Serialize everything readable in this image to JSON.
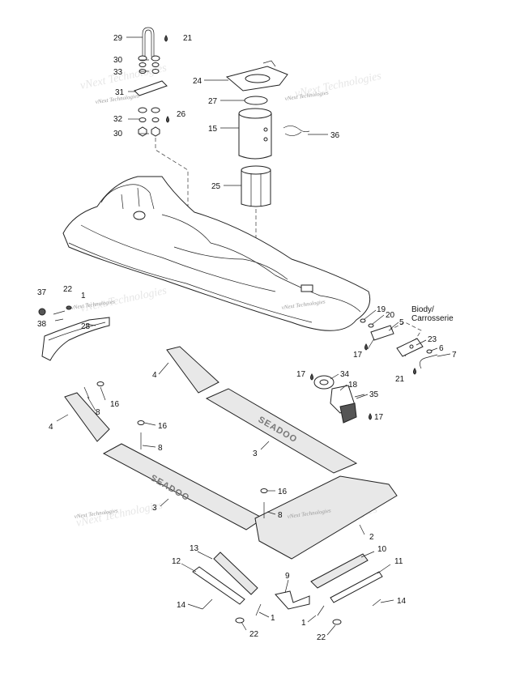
{
  "callouts": {
    "c29": "29",
    "c21a": "21",
    "c30a": "30",
    "c33": "33",
    "c31": "31",
    "c32": "32",
    "c26": "26",
    "c30b": "30",
    "c24": "24",
    "c27": "27",
    "c15": "15",
    "c36": "36",
    "c25": "25",
    "c37": "37",
    "c22a": "22",
    "c1a": "1",
    "c38": "38",
    "c28": "28",
    "c19": "19",
    "c20": "20",
    "c5": "5",
    "c17a": "17",
    "c23": "23",
    "c6": "6",
    "c7": "7",
    "c21b": "21",
    "c17b": "17",
    "c34": "34",
    "c18": "18",
    "c35": "35",
    "c17c": "17",
    "c4a": "4",
    "c16a": "16",
    "c8a": "8",
    "c4b": "4",
    "c16b": "16",
    "c8b": "8",
    "c3a": "3",
    "c16c": "16",
    "c8c": "8",
    "c3b": "3",
    "c2": "2",
    "c13": "13",
    "c12": "12",
    "c10": "10",
    "c11": "11",
    "c9": "9",
    "c14a": "14",
    "c1b": "1",
    "c1c": "1",
    "c14b": "14",
    "c22b": "22",
    "c22c": "22"
  },
  "body_label": {
    "line1": "Biody/",
    "line2": "Carrosserie"
  },
  "watermark": "vNext Technologies",
  "mat_brand": "SEADOO"
}
